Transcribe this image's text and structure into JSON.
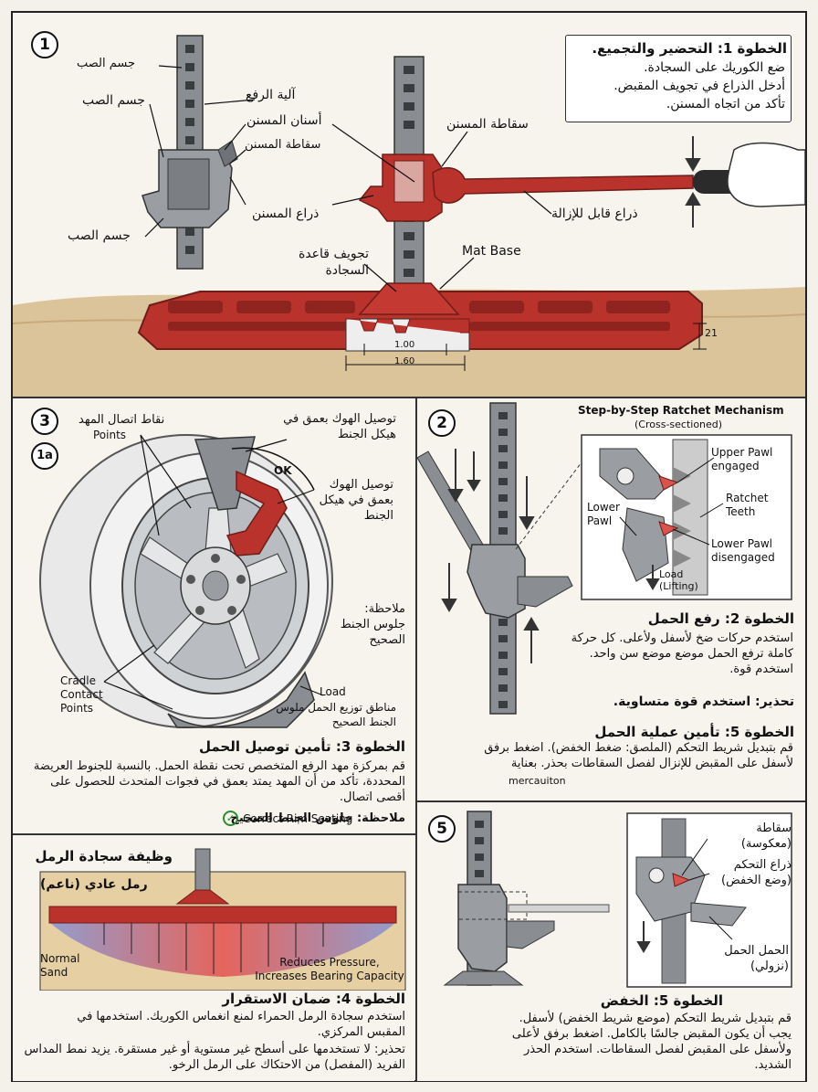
{
  "colors": {
    "red": "#b9322b",
    "dark_red": "#8f241f",
    "steel": "#8a8e93",
    "sand": "#dcc49a",
    "ink": "#111111",
    "check": "#2e8b2e"
  },
  "panel1": {
    "number": "1",
    "title": "الخطوة 1: التحضير والتجميع.",
    "instructions": [
      "ضع الكوريك على السجادة.",
      "أدخل الذراع في تجويف المقبض.",
      "تأكد من اتجاه المسنن."
    ],
    "labels": {
      "cast_body_top": "جسم الصب",
      "lift_mechanism": "آلية الرفع",
      "cast_body_mid": "جسم الصب",
      "ratchet_teeth": "أسنان المسنن",
      "ratchet_latch_left": "سقاطة المسنن",
      "ratchet_arm": "ذراع المسنن",
      "cast_body_bottom": "جسم الصب",
      "ratchet_latch_right": "سقاطة المسنن",
      "removable_handle": "ذراع قابل للإزالة",
      "mat_base_cavity": "تجويف قاعدة السجادة",
      "mat_base": "Mat Base",
      "dim_height": "21",
      "dim_inner": "1.00",
      "dim_outer": "1.60"
    },
    "icons": [
      "hand-icon",
      "arrow-down-icon",
      "arrow-up-icon"
    ]
  },
  "panel3": {
    "number": "3",
    "sub_number": "1a",
    "labels": {
      "cradle_points_ar": "نقاط اتصال المهد",
      "cradle_points_en": "Points",
      "hook_deep_top": "توصيل الهوك بعمق في هيكل الجنط",
      "ok": "OK",
      "hook_deep_right": "توصيل الهوك بعمق في هيكل الجنط",
      "note": "ملاحظة: جلوس الجنط الصحيح",
      "cradle_contact": "Cradle Contact Points",
      "load": "Load",
      "load_zones": "مناطق توزيع الحمل ملوس الجنط الصحيح"
    },
    "title": "الخطوة 3: تأمين توصيل الحمل",
    "body": "قم بمركزة مهد الرفع المتخصص تحت نقطة الحمل. بالنسبة للجنوط العريضة المحددة، تأكد من أن المهد يمتد بعمق في فجوات المتحدث للحصول على أقصى اتصال.",
    "note_label": "ملاحظة: جلوس الجنط الصحيح",
    "correct_rim": "Correct Rim Seating"
  },
  "panel2": {
    "number": "2",
    "heading": "Step-by-Step Ratchet Mechanism",
    "subheading": "(Cross-sectioned)",
    "labels": {
      "upper_pawl": "Upper Pawl engaged",
      "ratchet_teeth": "Ratchet Teeth",
      "lower_pawl": "Lower Pawl",
      "lower_pawl_dis": "Lower Pawl disengaged",
      "load": "Load (Lifting)"
    },
    "title": "الخطوة 2: رفع الحمل",
    "body": "استخدم حركات ضخ لأسفل ولأعلى. كل حركة كاملة ترفع الحمل موضع موضع سن واحد. استخدم قوة.",
    "warning": "تحذير: استخدم قوة متساوية."
  },
  "panel5a": {
    "title": "الخطوة 5: تأمين عملية الحمل",
    "body": "قم بتبديل شريط التحكم (الملصق: ضغط الخفض). اضغط برفق لأسفل على المقبض للإنزال لفصل السقاطات بحذر. بعناية",
    "brand": "mercauiton"
  },
  "panel4": {
    "heading": "وظيفة سجادة الرمل",
    "soft_sand": "رمل عادي (ناعم)",
    "normal_sand": "Normal Sand",
    "reduces": "Reduces Pressure, Increases Bearing Capacity",
    "title": "الخطوة 4: ضمان الاستقرار",
    "body": "استخدم سجادة الرمل الحمراء لمنع انغماس الكوريك. استخدمها في المقبس المركزي.",
    "warning": "تحذير: لا تستخدمها على أسطح غير مستوية أو غير مستقرة. يزيد نمط المداس الفريد (المفصل) من الاحتكاك على الرمل الرخو."
  },
  "panel5": {
    "number": "5",
    "labels": {
      "latch_reversed": "سقاطة (معكوسة)",
      "control_arm": "ذراع التحكم (وضع الخفض)",
      "load_lowering": "الحمل الحمل (نزولي)"
    },
    "title": "الخطوة 5: الخفض",
    "body": "قم بتبديل شريط التحكم (موضع شريط الخفض) لأسفل. يجب أن يكون المقبض جالسًا بالكامل. اضغط برفق لأعلى ولأسفل على المقبض لفصل السقاطات. استخدم الحذر الشديد."
  }
}
